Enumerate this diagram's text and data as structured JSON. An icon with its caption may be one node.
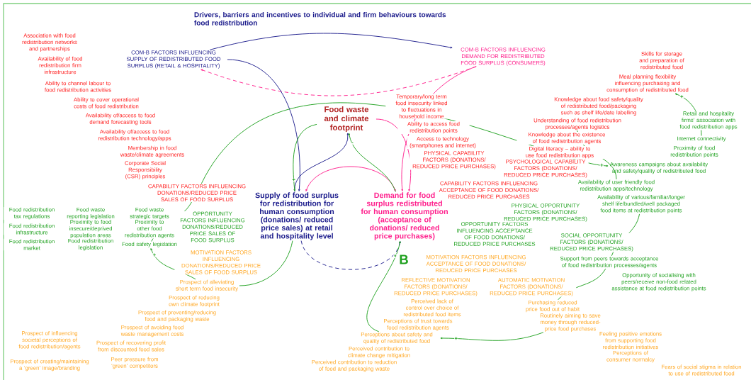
{
  "diagram": {
    "title": "Drivers, barriers and incentives to individual and firm behaviours towards food redistribution",
    "nodes": [
      {
        "text": [
          "COM-B FACTORS INFLUENCING SUPPLY OF REDISTRIBUTED FOOD SURPLUS (RETAIL & HOSPITALITY)"
        ]
      },
      {
        "text": [
          "COM-B FACTORS INFLUENCING DEMAND FOR REDISTRIBUTED FOOD SURPLUS (CONSUMERS)"
        ]
      },
      {
        "text": [
          "Food waste and climate footprint"
        ]
      },
      {
        "text": [
          "Supply of food surplus for redistribution for human consumption (donations/ reduced price sales) at retail and hospitality level"
        ]
      },
      {
        "text": [
          "Demand for food surplus redistributed for human consumption (acceptance of donations/ reduced price purchases)"
        ]
      },
      {
        "text": [
          "CAPABILITY FACTORS INFLUENCING DONATIONS/REDUCED PRICE SALES OF FOOD SURPLUS"
        ]
      },
      {
        "text": [
          "Food safety legislation"
        ]
      },
      {
        "text": [
          "Prospect of alleviating short term food insecurity"
        ]
      },
      {
        "text": [
          "Awareness campaigns about availability and safety/quality of redistributed food"
        ]
      },
      {
        "text": [
          "Understanding of food redistribution processes/agents logistics"
        ]
      },
      {
        "text": [
          "Availability of user friendly food redistribution apps/technology"
        ]
      },
      {
        "text": [
          "Meal planning flexibility influencing purchasing and consumption of redistributed food"
        ]
      },
      {
        "text": [
          "Internet connectivity"
        ]
      },
      {
        "text": [
          "Availability of various/familiar/longer shelf life/bundled/well packaged food items at redistribution points"
        ]
      },
      {
        "text": [
          "Support from peers towards acceptance of food redistribution processes/agents"
        ]
      },
      {
        "text": [
          "Purchasing reduced price food out of habit"
        ]
      },
      {
        "text": [
          "Routinely aiming to save money through reduced-price food purchases"
        ]
      },
      {
        "text": [
          "Perceptions about safety and quality of redistributed food"
        ]
      }
    ],
    "edges": [
      {
        "from": 0,
        "to": 1,
        "arrow": "to",
        "color": "#1c1c8c"
      },
      {
        "from": 1,
        "to": 0,
        "arrow": "to",
        "style": "dashed",
        "color": "#ff1e8c"
      },
      {
        "from": 0,
        "to": 3,
        "arrow": "to",
        "color": "#1c1c8c"
      },
      {
        "from": 1,
        "to": 4,
        "arrow": "to",
        "color": "#ff1e8c"
      },
      {
        "from": 2,
        "to": 4,
        "arrow": "to",
        "color": "#ff1e8c"
      },
      {
        "from": 4,
        "to": 3,
        "arrow": "both",
        "color": "#ff1e8c"
      },
      {
        "from": 3,
        "to": 2,
        "arrow": "to",
        "color": "#1c1c8c"
      },
      {
        "from": 4,
        "to": 2,
        "arrow": "to",
        "label": "-"
      },
      {
        "from": 2,
        "to": 3,
        "arrow": "to",
        "label": "+"
      },
      {
        "from": 3,
        "to": 4,
        "arrow": "to",
        "style": "dashed",
        "color": "#1c1c8c"
      },
      {
        "from": 5,
        "to": 8,
        "arrow": "to",
        "label": "+"
      },
      {
        "from": 5,
        "to": 6,
        "arrow": "none"
      },
      {
        "from": 3,
        "to": 7,
        "arrow": "none"
      },
      {
        "from": 7,
        "to": 6,
        "arrow": "to",
        "label": "+"
      },
      {
        "from": 9,
        "to": 10,
        "arrow": "none"
      },
      {
        "from": 12,
        "to": 11,
        "arrow": "to",
        "label": "+"
      },
      {
        "from": 13,
        "to": 14,
        "arrow": "none"
      },
      {
        "from": 14,
        "to": 15,
        "arrow": "none"
      },
      {
        "from": 16,
        "to": 17,
        "arrow": "to",
        "label": "+"
      },
      {
        "from": 17,
        "to": 4,
        "arrow": "to",
        "label": "+"
      }
    ],
    "labels": [
      "Association with food redistribution networks and partnerships",
      "Availability of food redistribution firm infrastructure",
      "Ability to channel labour to food redistribution activities",
      "Ability to cover operational costs of food redistribution",
      "Availability of/access to food demand forecasting tools",
      "Availability of/access to food redistribution technology/apps",
      "Membership in food waste/climate agreements",
      "Corporate Social Responsibility (CSR) principles",
      "Food redistribution tax regulations",
      "Food waste reporting legislation",
      "Food waste strategic targets",
      "Food redistribution infrastructure",
      "Proximity to food insecure/deprived population areas",
      "Proximity to other food redistribution agents",
      "Food redistribution market",
      "Food redistribution legislation",
      "OPPORTUNITY FACTORS INFLUENCING DONATIONS/REDUCED PRICE SALES OF FOOD SURPLUS",
      "MOTIVATION FACTORS INFLUENCING DONATIONS/REDUCED PRICE SALES OF FOOD SURPLUS",
      "Prospect of reducing own climate footprint",
      "Prospect of preventing/reducing food and packaging waste",
      "Prospect of avoiding food waste management costs",
      "Prospect of recovering profit from discounted food sales",
      "Peer pressure from ‘green’ competitors",
      "Prospect of influencing societal perceptions of food redistribution/agents",
      "Prospect of creating/maintaining a ‘green’ image/branding",
      "Temporary/long term food insecurity linked to fluctuations in household income",
      "Ability to access food redistribution points",
      "Access to technology (smartphones and internet)",
      "PHYSICAL CAPABILITY FACTORS (DONATIONS/ REDUCED PRICE PURCHASES)",
      "CAPABILITY FACTORS INFLUENCING ACCEPTANCE OF FOOD DONATIONS/ REDUCED PRICE PURCHASES",
      "PSYCHOLOGICAL CAPABILITY FACTORS (DONATIONS/ REDUCED PRICE PURCHASES)",
      "Digital literacy – ability to use food redistribution apps",
      "Knowledge about the existence of food redistribution agents",
      "Knowledge about food safety/quality of redistributed food/packaging such as shelf life/date labelling",
      "Skills for storage and preparation of redistributed food",
      "Retail and hospitality firms’ association with food redistribution apps",
      "Proximity of food redistribution points",
      "OPPORTUNITY FACTORS INFLUENCING ACCEPTANCE OF FOOD DONATIONS/ REDUCED PRICE PURCHASES",
      "PHYSICAL OPPORTUNITY FACTORS (DONATIONS/ REDUCED PRICE PURCHASES)",
      "SOCIAL OPPORTUNITY FACTORS (DONATIONS/ REDUCED PRICE PURCHASES)",
      "Opportunity of socialising with peers/receive non-food related assistance at food redistribution points",
      "B",
      "MOTIVATION FACTORS INFLUENCING ACCEPTANCE OF FOOD DONATIONS/ REDUCED PRICE PURCHASES",
      "REFLECTIVE MOTIVATION FACTORS (DONATIONS/ REDUCED PRICE PURCHASES)",
      "AUTOMATIC MOTIVATION FACTORS (DONATIONS/ REDUCED PRICE PURCHASES)",
      "Perceived lack of control over choice of redistributed food items",
      "Perceptions of trust towards food redistribution agents",
      "Perceived contribution to climate change mitigation",
      "Perceived contribution to reduction of food and packaging waste",
      "Feeling positive emotions from supporting food redistribution initiatives",
      "Perceptions of consumer normalcy",
      "Fears of social stigma in relation to use of redistributed food"
    ]
  }
}
